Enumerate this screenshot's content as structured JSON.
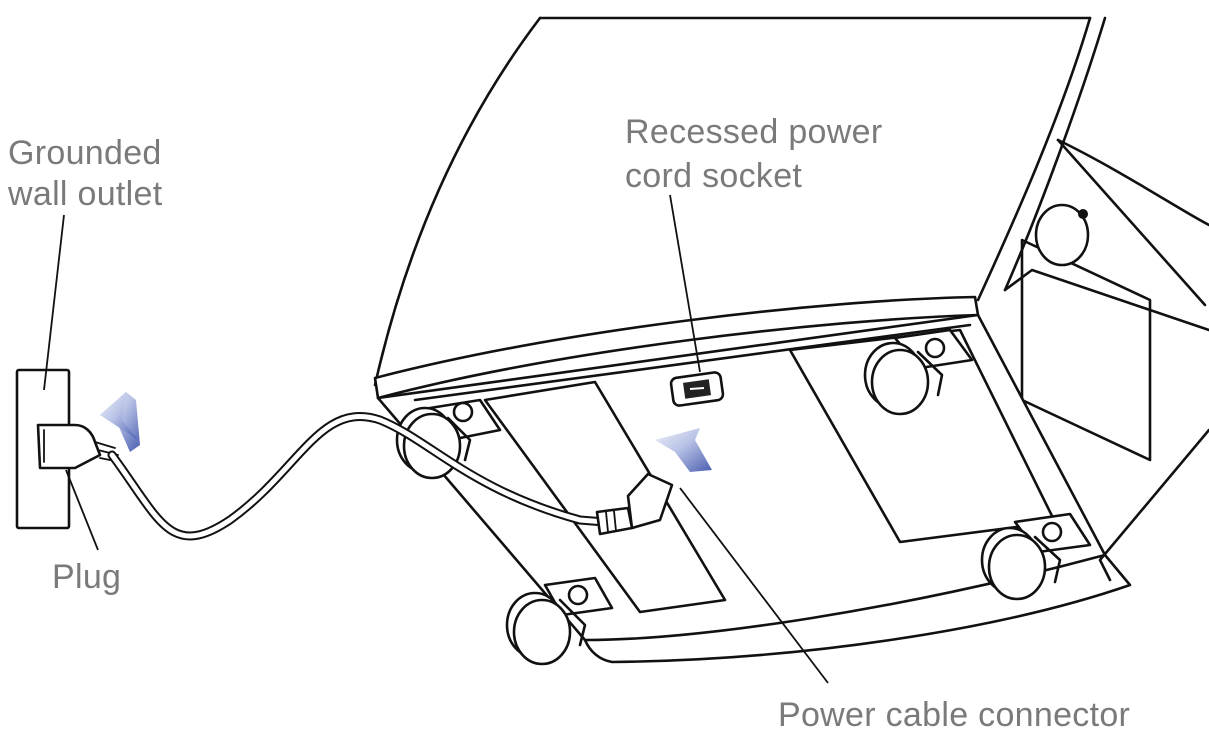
{
  "labels": {
    "wall_outlet": [
      "Grounded",
      "wall outlet"
    ],
    "socket": [
      "Recessed power",
      "cord socket"
    ],
    "plug": "Plug",
    "connector": "Power cable connector"
  },
  "colors": {
    "arrow_light": "#e8ecf7",
    "arrow_dark": "#5567b4",
    "label_text": "#7a7a7a",
    "line": "#111111"
  },
  "icons": {
    "arrow_to_outlet": "arrow-up-left-icon",
    "arrow_to_socket": "arrow-up-left-icon"
  }
}
